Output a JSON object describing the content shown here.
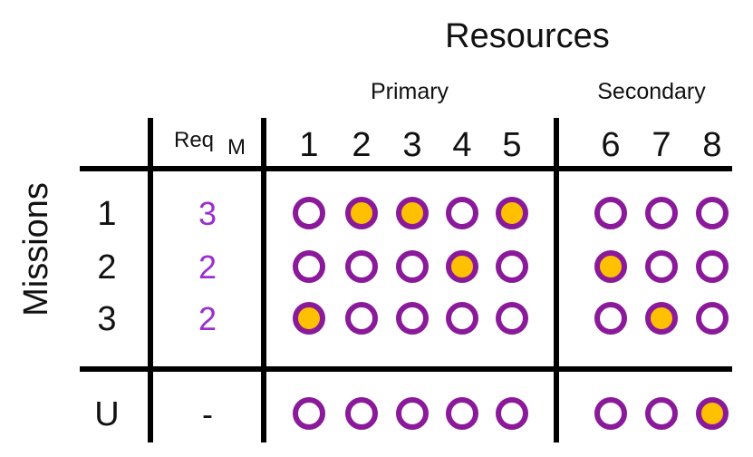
{
  "titles": {
    "resources": "Resources",
    "missions": "Missions",
    "primary": "Primary",
    "secondary": "Secondary",
    "req": "Req",
    "req_sub": "M"
  },
  "columns": [
    "1",
    "2",
    "3",
    "4",
    "5",
    "6",
    "7",
    "8"
  ],
  "rows": [
    {
      "label": "1",
      "req": "3",
      "filled": [
        false,
        true,
        true,
        false,
        true,
        false,
        false,
        false
      ]
    },
    {
      "label": "2",
      "req": "2",
      "filled": [
        false,
        false,
        false,
        true,
        false,
        true,
        false,
        false
      ]
    },
    {
      "label": "3",
      "req": "2",
      "filled": [
        true,
        false,
        false,
        false,
        false,
        false,
        true,
        false
      ]
    }
  ],
  "unassigned_row": {
    "label": "U",
    "req": "-",
    "filled": [
      false,
      false,
      false,
      false,
      false,
      false,
      false,
      true
    ]
  },
  "colors": {
    "ring": "#8B1A9A",
    "fill": "#FFC000",
    "req_text": "#9A2FD0",
    "lines": "#000000"
  }
}
